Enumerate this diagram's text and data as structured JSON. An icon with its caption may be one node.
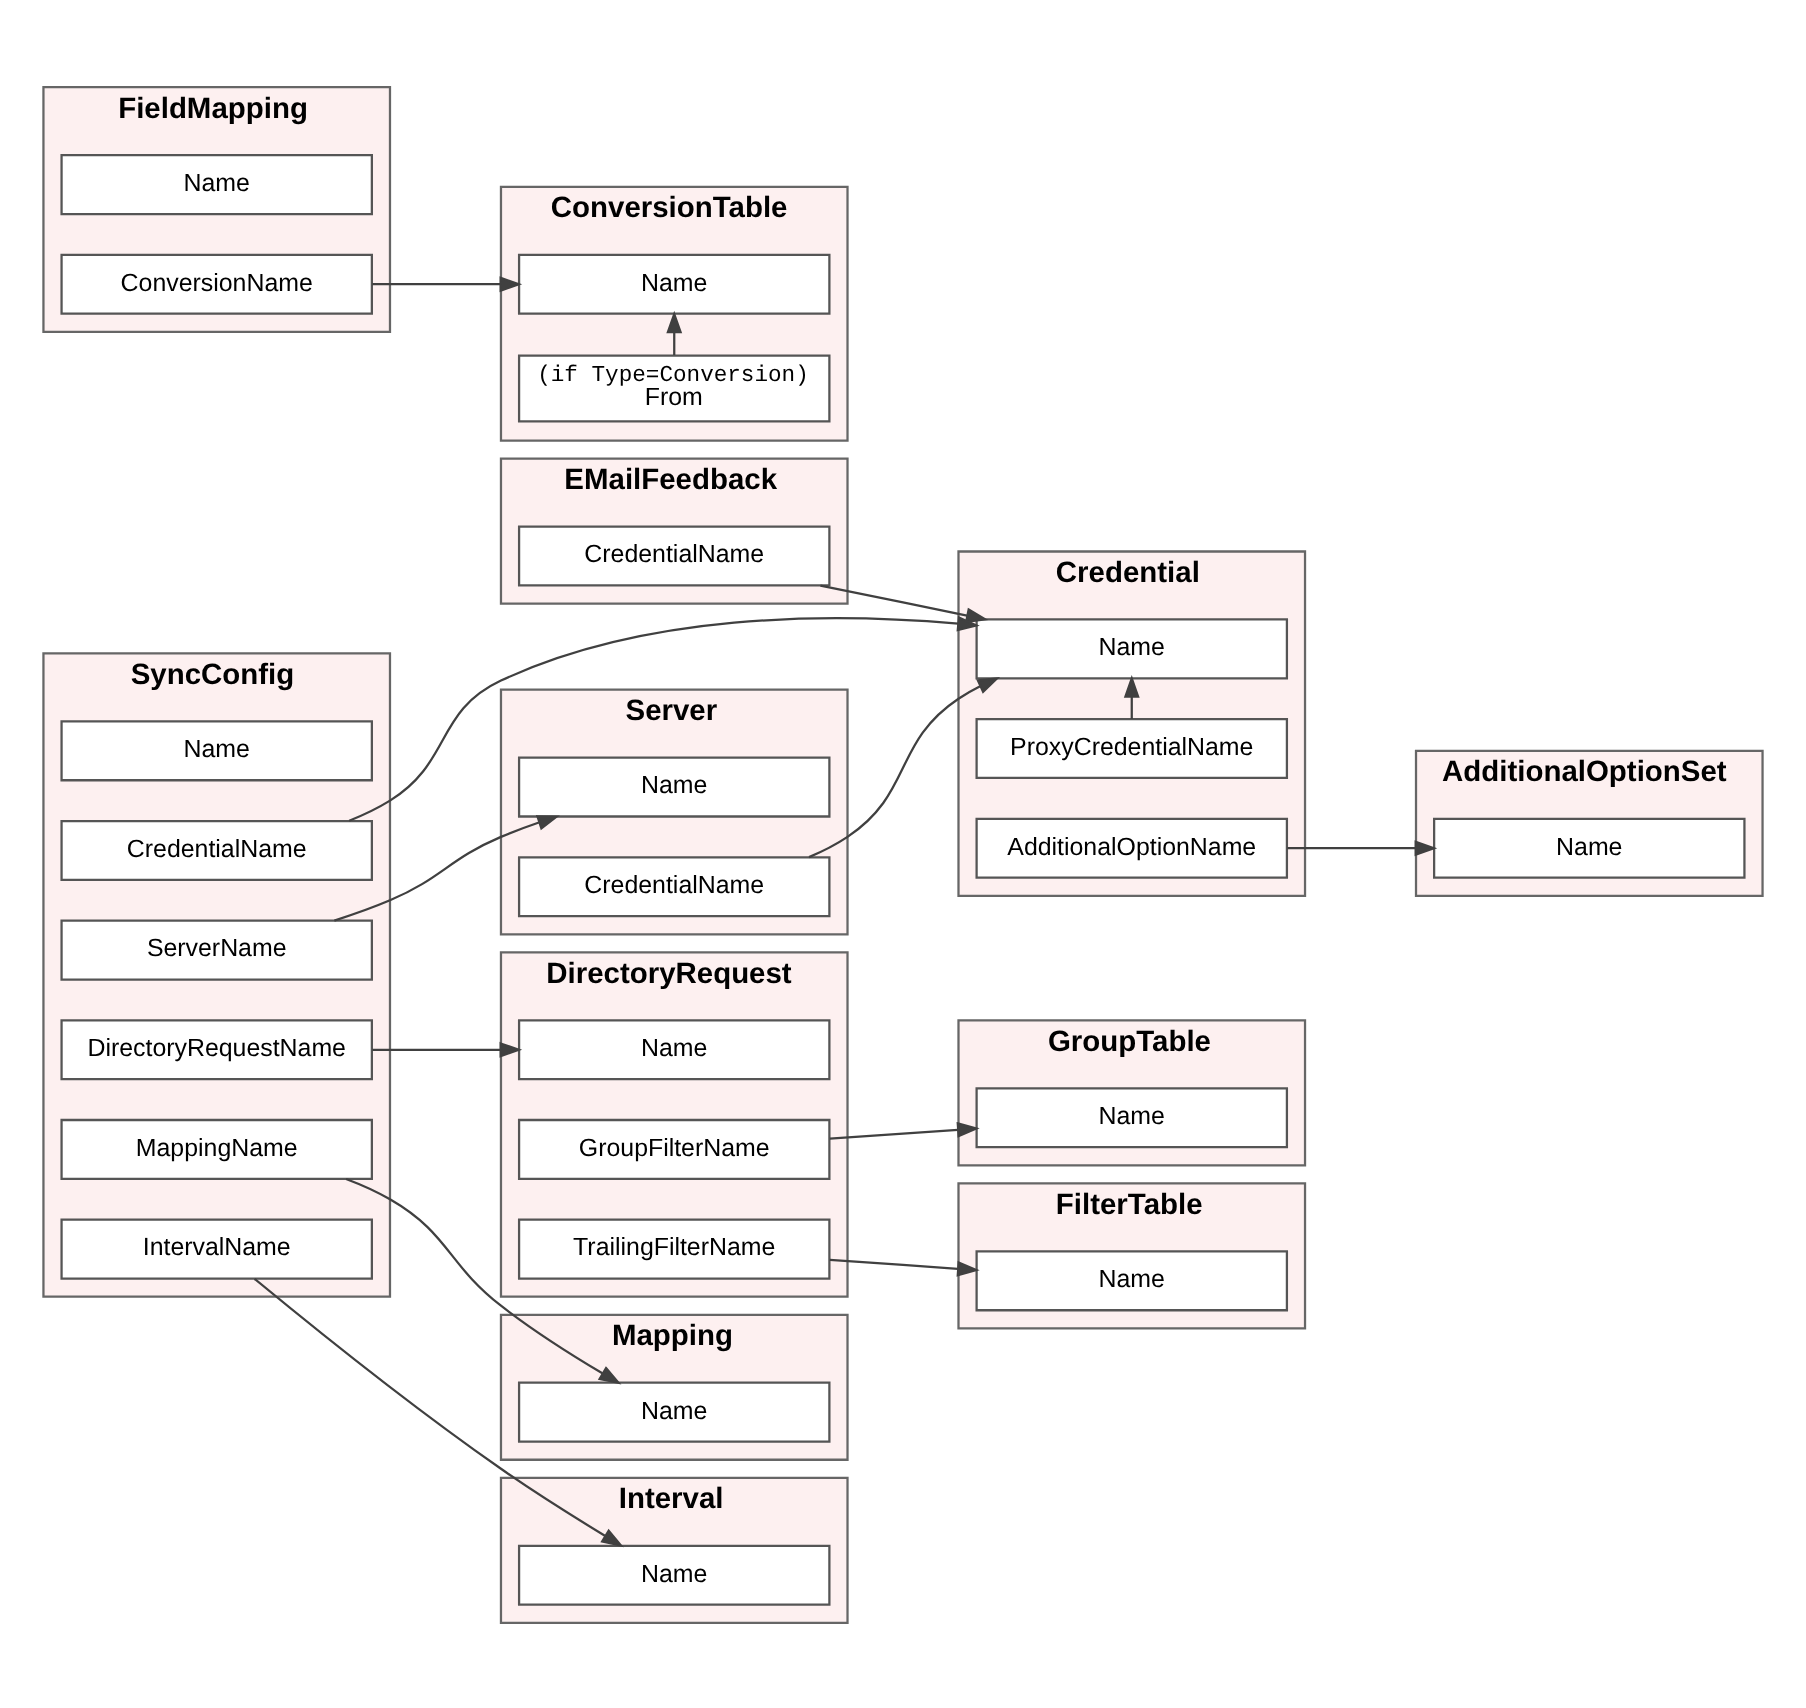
{
  "diagram": {
    "nodes": [
      {
        "text": [
          "Server"
        ]
      },
      {
        "text": [
          "Name"
        ],
        "in": 0
      },
      {
        "text": [
          "CredentialName"
        ],
        "in": 0
      },
      {
        "text": [
          "Mapping"
        ]
      },
      {
        "text": [
          "Name"
        ],
        "in": 3
      },
      {
        "text": [
          "FieldMapping"
        ]
      },
      {
        "text": [
          "Name"
        ],
        "in": 5
      },
      {
        "text": [
          "ConversionName"
        ],
        "in": 5
      },
      {
        "text": [
          "EMailFeedback"
        ]
      },
      {
        "text": [
          "CredentialName"
        ],
        "in": 8
      },
      {
        "text": [
          "SyncConfig"
        ]
      },
      {
        "text": [
          "Name"
        ],
        "in": 10
      },
      {
        "text": [
          "CredentialName"
        ],
        "in": 10
      },
      {
        "text": [
          "ServerName"
        ],
        "in": 10
      },
      {
        "text": [
          "DirectoryRequestName"
        ],
        "in": 10
      },
      {
        "text": [
          "MappingName"
        ],
        "in": 10
      },
      {
        "text": [
          "IntervalName"
        ],
        "in": 10
      },
      {
        "text": [
          "Credential"
        ]
      },
      {
        "text": [
          "Name"
        ],
        "in": 17
      },
      {
        "text": [
          "ProxyCredentialName"
        ],
        "in": 17
      },
      {
        "text": [
          "AdditionalOptionName"
        ],
        "in": 17
      },
      {
        "text": [
          "Interval"
        ]
      },
      {
        "text": [
          "Name"
        ],
        "in": 21
      },
      {
        "text": [
          "DirectoryRequest"
        ]
      },
      {
        "text": [
          "Name"
        ],
        "in": 23
      },
      {
        "text": [
          "GroupFilterName"
        ],
        "in": 23
      },
      {
        "text": [
          "TrailingFilterName"
        ],
        "in": 23
      },
      {
        "text": [
          "GroupTable"
        ]
      },
      {
        "text": [
          "Name"
        ],
        "in": 27
      },
      {
        "text": [
          "ConversionTable"
        ]
      },
      {
        "text": [
          "Name"
        ],
        "in": 29
      },
      {
        "text": [
          "(if Type=Conversion)",
          "From"
        ],
        "in": 29
      },
      {
        "text": [
          "FilterTable"
        ]
      },
      {
        "text": [
          "Name"
        ],
        "in": 32
      },
      {
        "text": [
          "AdditionalOptionSet"
        ]
      },
      {
        "text": [
          "Name"
        ],
        "in": 34
      }
    ],
    "edges": [
      {
        "from": 2,
        "to": 18,
        "arrow": "to"
      },
      {
        "from": 9,
        "to": 18,
        "arrow": "to"
      },
      {
        "from": 19,
        "to": 18,
        "arrow": "to"
      },
      {
        "from": 20,
        "to": 35,
        "arrow": "to"
      },
      {
        "from": 12,
        "to": 18,
        "arrow": "to"
      },
      {
        "from": 13,
        "to": 1,
        "arrow": "to"
      },
      {
        "from": 14,
        "to": 24,
        "arrow": "to"
      },
      {
        "from": 15,
        "to": 4,
        "arrow": "to"
      },
      {
        "from": 16,
        "to": 22,
        "arrow": "to"
      },
      {
        "from": 7,
        "to": 30,
        "arrow": "to"
      },
      {
        "from": 25,
        "to": 28,
        "arrow": "to"
      },
      {
        "from": 26,
        "to": 33,
        "arrow": "to"
      },
      {
        "from": 31,
        "to": 30,
        "arrow": "to"
      }
    ]
  }
}
